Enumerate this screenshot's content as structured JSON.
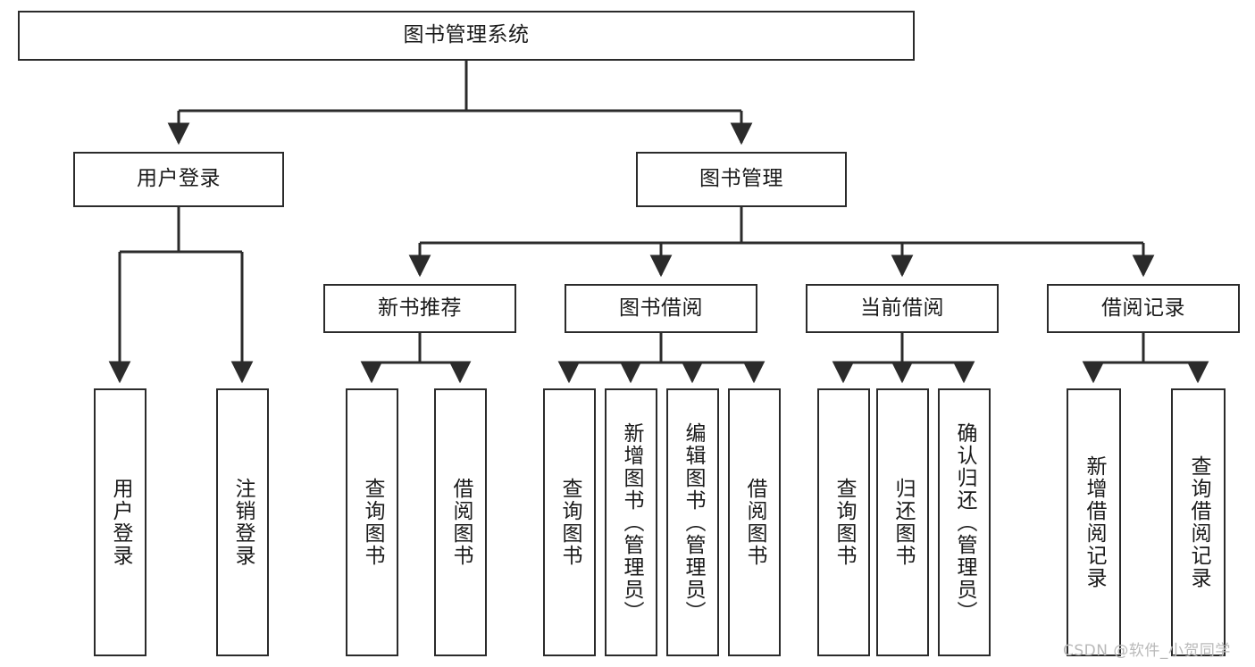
{
  "diagram": {
    "type": "tree-flowchart",
    "title": "图书管理系统",
    "watermark": "CSDN @软件_小贺同学",
    "colors": {
      "box_border": "#2b2b2b",
      "box_fill": "#ffffff",
      "edge": "#2b2b2b",
      "text": "#1a1a1a",
      "watermark": "#b9b9b9",
      "background": "#ffffff"
    },
    "nodes": {
      "root": {
        "label": "图书管理系统"
      },
      "level2": [
        {
          "id": "user-login",
          "label": "用户登录"
        },
        {
          "id": "book-manage",
          "label": "图书管理"
        }
      ],
      "level3": [
        {
          "id": "new-book-recommend",
          "label": "新书推荐"
        },
        {
          "id": "book-borrow",
          "label": "图书借阅"
        },
        {
          "id": "current-borrow",
          "label": "当前借阅"
        },
        {
          "id": "borrow-record",
          "label": "借阅记录"
        }
      ],
      "leaves": {
        "user-login": [
          {
            "id": "leaf-user-login",
            "label": "用户登录"
          },
          {
            "id": "leaf-logout-login",
            "label": "注销登录"
          }
        ],
        "new-book-recommend": [
          {
            "id": "leaf-query-book-1",
            "label": "查询图书"
          },
          {
            "id": "leaf-borrow-book-1",
            "label": "借阅图书"
          }
        ],
        "book-borrow": [
          {
            "id": "leaf-query-book-2",
            "label": "查询图书"
          },
          {
            "id": "leaf-add-book",
            "label": "新增图书（管理员）"
          },
          {
            "id": "leaf-edit-book",
            "label": "编辑图书（管理员）"
          },
          {
            "id": "leaf-borrow-book-2",
            "label": "借阅图书"
          }
        ],
        "current-borrow": [
          {
            "id": "leaf-query-book-3",
            "label": "查询图书"
          },
          {
            "id": "leaf-return-book",
            "label": "归还图书"
          },
          {
            "id": "leaf-confirm-return",
            "label": "确认归还（管理员）"
          }
        ],
        "borrow-record": [
          {
            "id": "leaf-add-record",
            "label": "新增借阅记录"
          },
          {
            "id": "leaf-query-record",
            "label": "查询借阅记录"
          }
        ]
      }
    }
  }
}
